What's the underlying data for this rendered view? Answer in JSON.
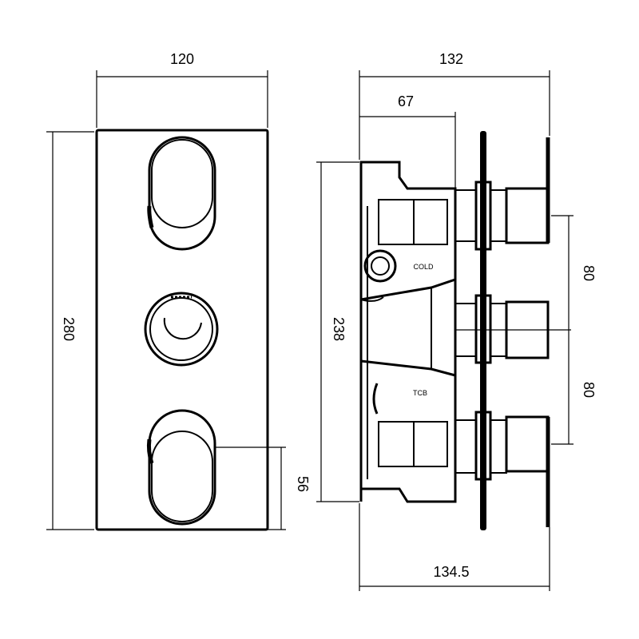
{
  "dimensions": {
    "front_width": "120",
    "front_height": "280",
    "lever_offset": "56",
    "side_total_depth": "132",
    "side_body_depth": "67",
    "side_body_height": "238",
    "spacing_upper": "80",
    "spacing_lower": "80",
    "side_overall_depth": "134.5"
  },
  "labels": {
    "cold": "COLD",
    "tcb": "TCB"
  }
}
